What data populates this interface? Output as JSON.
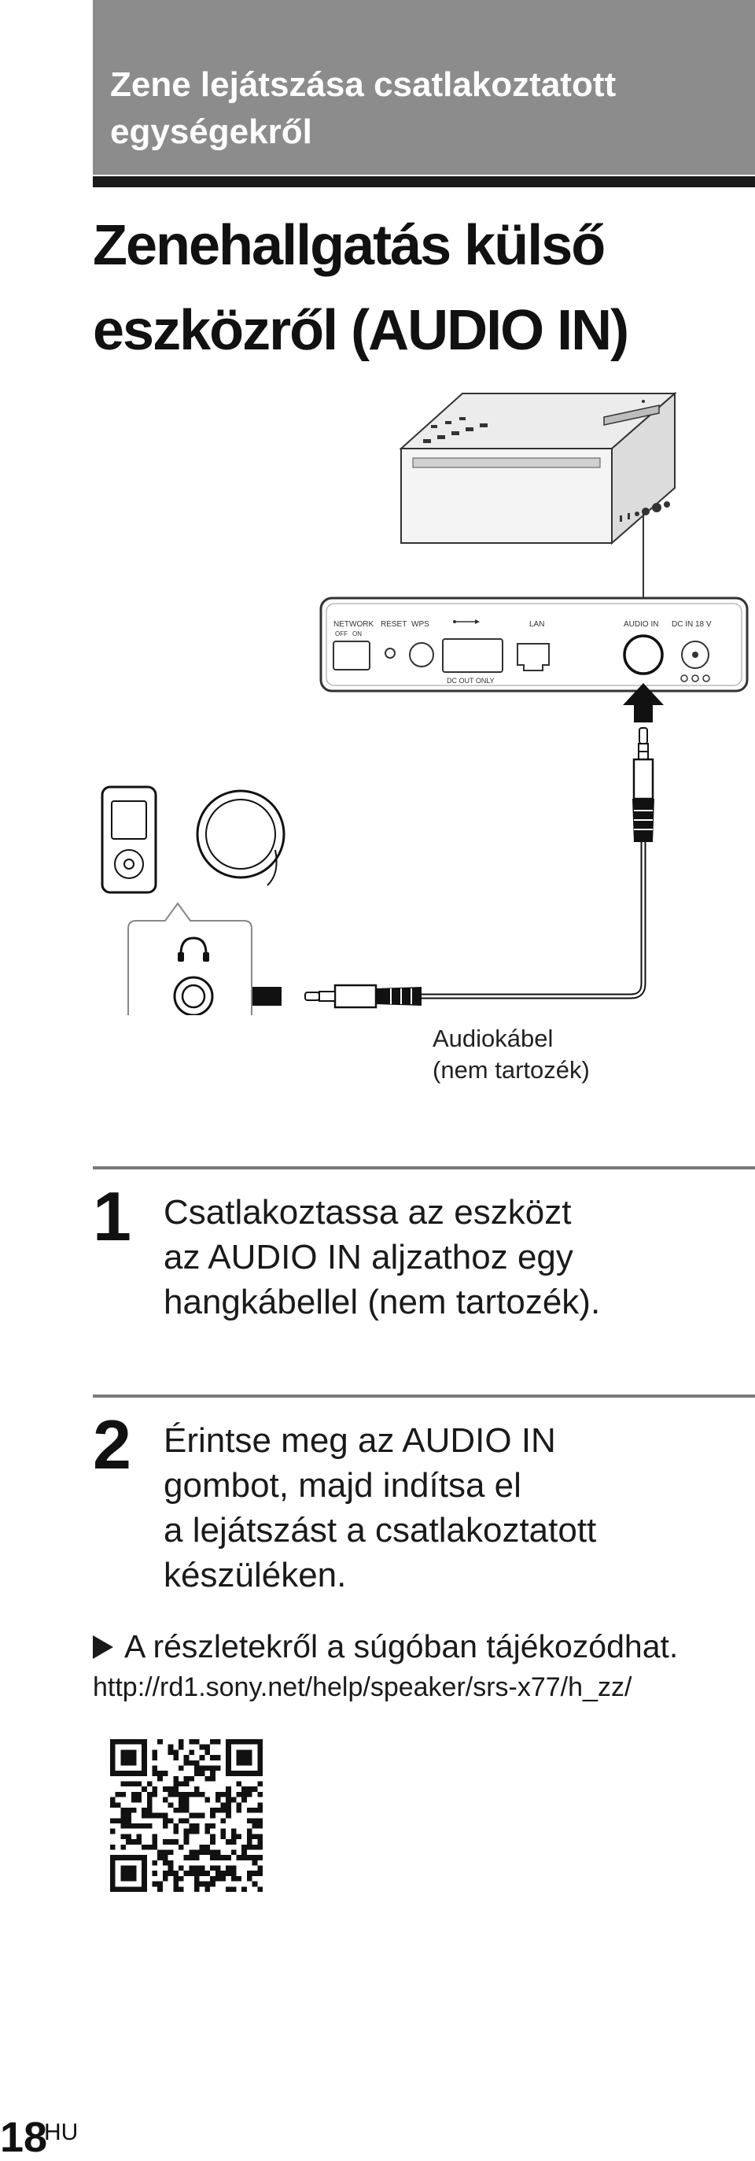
{
  "section": {
    "title_lines": [
      "Zene lejátszása csatlakoztatott",
      "egységekről"
    ]
  },
  "title": {
    "lines": [
      "Zenehallgatás külső",
      "eszközről (AUDIO IN)"
    ]
  },
  "illustration": {
    "panel_labels": {
      "network": "NETWORK",
      "off": "OFF",
      "on": "ON",
      "reset": "RESET",
      "wps": "WPS",
      "lan": "LAN",
      "audio_in": "AUDIO IN",
      "dc_in": "DC IN 18 V",
      "dc_out_only": "DC OUT ONLY"
    },
    "caption_lines": [
      "Audiokábel",
      "(nem tartozék)"
    ]
  },
  "steps": [
    {
      "number": "1",
      "lines": [
        "Csatlakoztassa az eszközt",
        "az AUDIO IN aljzathoz egy",
        "hangkábellel (nem tartozék)."
      ]
    },
    {
      "number": "2",
      "lines": [
        "Érintse meg az AUDIO IN",
        "gombot, majd indítsa el",
        "a lejátszást a csatlakoztatott",
        "készüléken."
      ]
    }
  ],
  "reference": {
    "text": "A részletekről a súgóban tájékozódhat.",
    "url": "http://rd1.sony.net/help/speaker/srs-x77/h_zz/"
  },
  "footer": {
    "page_number": "18",
    "language": "HU"
  }
}
